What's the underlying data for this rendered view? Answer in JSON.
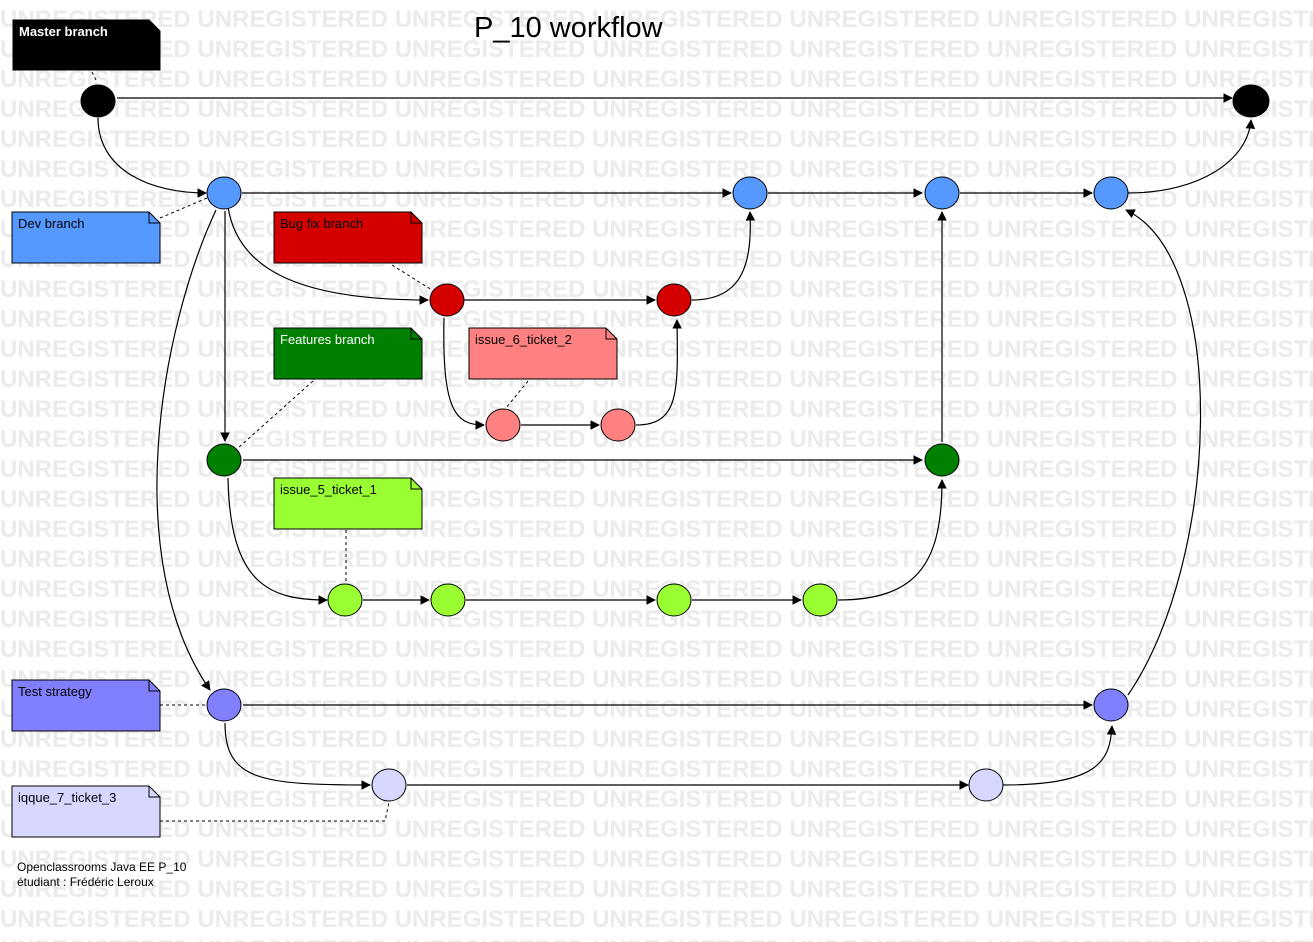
{
  "title": "P_10 workflow",
  "watermark": "UNREGISTERED",
  "footer": {
    "line1": "Openclassrooms Java EE P_10",
    "line2": "étudiant :  Frédéric Leroux"
  },
  "colors": {
    "master": "#000000",
    "dev": "#5599ff",
    "bugfix": "#d40000",
    "ticket2": "#ff8080",
    "features": "#008000",
    "ticket1": "#99ff33",
    "test": "#8080ff",
    "ticket3": "#d7d7ff"
  },
  "notes": {
    "master": "Master branch",
    "dev": "Dev branch",
    "bugfix": "Bug fix branch",
    "features": "Features branch",
    "ticket2": "issue_6_ticket_2",
    "ticket1": "issue_5_ticket_1",
    "test": "Test strategy",
    "ticket3": "iqque_7_ticket_3"
  }
}
